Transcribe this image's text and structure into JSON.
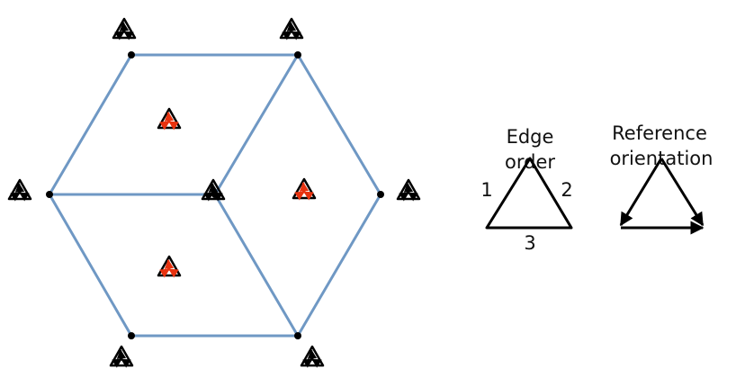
{
  "colors": {
    "edge": "#6f98c4",
    "vertex": "#000000",
    "arrow_black": "#000000",
    "arrow_red": "#e8320f"
  },
  "legend": {
    "edge_order_title_line1": "Edge",
    "edge_order_title_line2": "order",
    "edge_label_1": "1",
    "edge_label_2": "2",
    "edge_label_3": "3",
    "reference_title_line1": "Reference",
    "reference_title_line2": "orientation"
  }
}
